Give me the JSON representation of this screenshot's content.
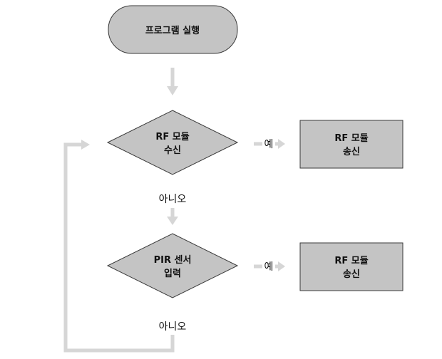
{
  "diagram": {
    "start": {
      "label": "프로그램 실행"
    },
    "decision_rf": {
      "line1": "RF 모듈",
      "line2": "수신"
    },
    "action_rf_send_1": {
      "line1": "RF 모듈",
      "line2": "송신"
    },
    "decision_pir": {
      "line1": "PIR 센서",
      "line2": "입력"
    },
    "action_rf_send_2": {
      "line1": "RF 모듈",
      "line2": "송신"
    },
    "edge_labels": {
      "yes_1": "예",
      "no_1": "아니오",
      "yes_2": "예",
      "no_2": "아니오"
    }
  },
  "colors": {
    "node_fill": "#c4c4c4",
    "node_stroke": "#3a3a3a",
    "arrow": "#d6d6d6"
  }
}
